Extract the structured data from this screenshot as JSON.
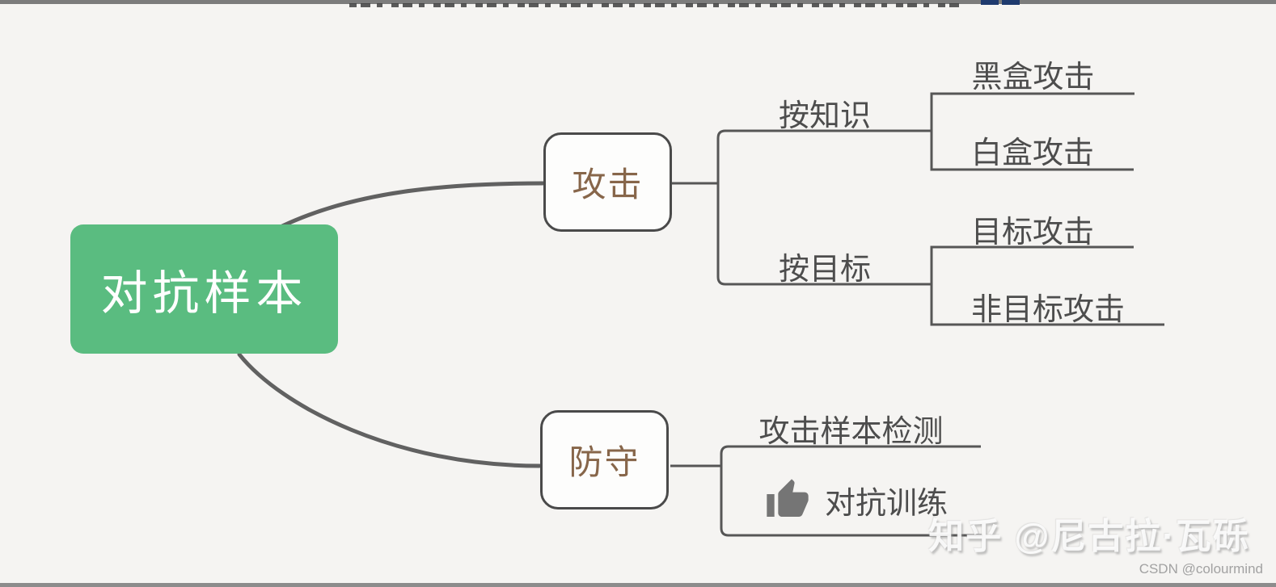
{
  "tree": {
    "root": "对抗样本",
    "children": [
      {
        "label": "攻击",
        "children": [
          {
            "label": "按知识",
            "children": [
              {
                "label": "黑盒攻击"
              },
              {
                "label": "白盒攻击"
              }
            ]
          },
          {
            "label": "按目标",
            "children": [
              {
                "label": "目标攻击"
              },
              {
                "label": "非目标攻击"
              }
            ]
          }
        ]
      },
      {
        "label": "防守",
        "children": [
          {
            "label": "攻击样本检测"
          },
          {
            "label": "对抗训练",
            "icon": "thumbs-up-icon"
          }
        ]
      }
    ]
  },
  "watermarks": {
    "zhihu": "知乎 @尼古拉·瓦砾",
    "csdn": "CSDN @colourmind"
  },
  "colors": {
    "root_bg": "#5abc80",
    "root_text": "#ffffff",
    "node_text": "#87664a",
    "node_border": "#4a4a4a",
    "connector_line": "#565656",
    "label_text": "#4d4d4d",
    "thumb_icon": "#757575",
    "top_strip": "#7c7c7c",
    "navy_highlight": "#1e3a6e",
    "background": "#f5f4f2"
  }
}
